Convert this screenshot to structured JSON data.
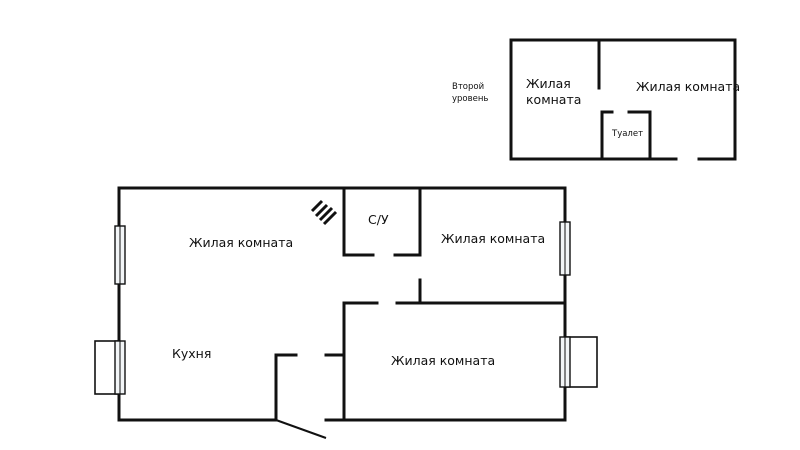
{
  "second_level": {
    "caption_line1": "Второй",
    "caption_line2": "уровень",
    "living_room_left_line1": "Жилая",
    "living_room_left_line2": "комната",
    "living_room_right": "Жилая комната",
    "toilet": "Туалет"
  },
  "first_level": {
    "living_room_main": "Жилая комната",
    "bathroom": "С/У",
    "living_room_upper_right": "Жилая комната",
    "kitchen": "Кухня",
    "living_room_lower_right": "Жилая комната"
  }
}
